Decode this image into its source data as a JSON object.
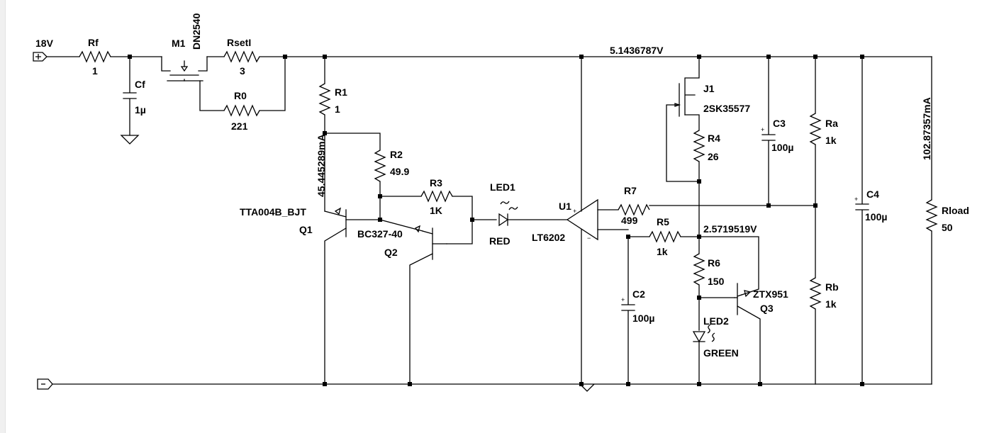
{
  "colors": {
    "wire": "#000000",
    "background": "#ffffff",
    "gutter": "#f0f0f0"
  },
  "ports": {
    "input": "18V",
    "plus_symbol": "+",
    "minus_symbol": "-"
  },
  "annotations": {
    "node_voltage_top": "5.1436787V",
    "node_voltage_mid": "2.5719519V",
    "current_r1": "45.445289mA",
    "current_load": "102.87357mA"
  },
  "components": {
    "rf": {
      "ref": "Rf",
      "value": "1"
    },
    "cf": {
      "ref": "Cf",
      "value": "1µ"
    },
    "m1": {
      "ref": "M1",
      "model": "DN2540"
    },
    "rseti": {
      "ref": "RsetI",
      "value": "3"
    },
    "r0": {
      "ref": "R0",
      "value": "221"
    },
    "r1": {
      "ref": "R1",
      "value": "1"
    },
    "r2": {
      "ref": "R2",
      "value": "49.9"
    },
    "r3": {
      "ref": "R3",
      "value": "1K"
    },
    "q1": {
      "ref": "Q1",
      "model": "TTA004B_BJT"
    },
    "q2": {
      "ref": "Q2",
      "model": "BC327-40"
    },
    "led1": {
      "ref": "LED1",
      "value": "RED"
    },
    "u1": {
      "ref": "U1",
      "model": "LT6202"
    },
    "r7": {
      "ref": "R7",
      "value": "499"
    },
    "r5": {
      "ref": "R5",
      "value": "1k"
    },
    "c2": {
      "ref": "C2",
      "value": "100µ"
    },
    "j1": {
      "ref": "J1",
      "model": "2SK35577"
    },
    "r4": {
      "ref": "R4",
      "value": "26"
    },
    "r6": {
      "ref": "R6",
      "value": "150"
    },
    "q3": {
      "ref": "Q3",
      "model": "ZTX951"
    },
    "led2": {
      "ref": "LED2",
      "value": "GREEN"
    },
    "c3": {
      "ref": "C3",
      "value": "100µ"
    },
    "ra": {
      "ref": "Ra",
      "value": "1k"
    },
    "rb": {
      "ref": "Rb",
      "value": "1k"
    },
    "c4": {
      "ref": "C4",
      "value": "100µ"
    },
    "rload": {
      "ref": "Rload",
      "value": "50"
    }
  }
}
